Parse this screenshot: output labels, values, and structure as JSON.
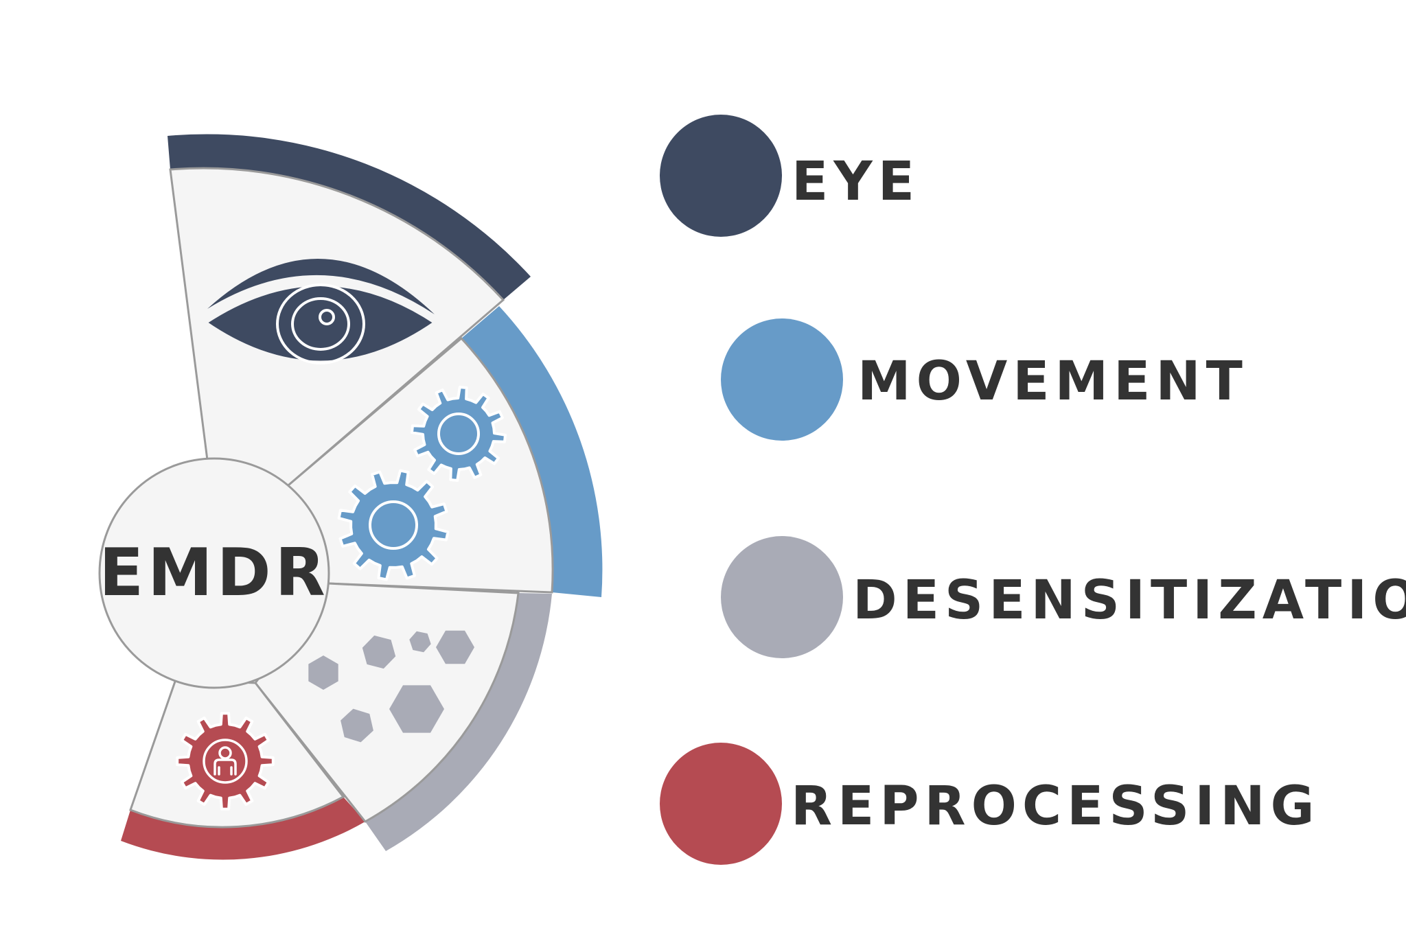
{
  "title": "EMDR",
  "colors": {
    "eye": "#3e4a61",
    "movement": "#679bc8",
    "desensitization": "#a9abb6",
    "reprocessing": "#b54b52",
    "panel_fill": "#f5f5f5",
    "outline": "#9a9a9a",
    "text": "#333333"
  },
  "legend": [
    {
      "key": "eye",
      "label": "EYE",
      "color": "#3e4a61",
      "icon": "eye-icon"
    },
    {
      "key": "movement",
      "label": "MOVEMENT",
      "color": "#679bc8",
      "icon": "gears-icon"
    },
    {
      "key": "desensitization",
      "label": "DESENSITIZATION",
      "color": "#a9abb6",
      "icon": "hexagons-icon"
    },
    {
      "key": "reprocessing",
      "label": "REPROCESSING",
      "color": "#b54b52",
      "icon": "person-gear-icon"
    }
  ]
}
